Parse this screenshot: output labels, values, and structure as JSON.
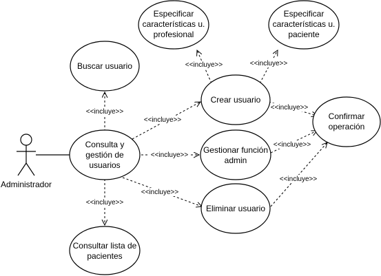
{
  "actor": {
    "name": "Administrador"
  },
  "use_cases": {
    "buscar": [
      "Buscar usuario"
    ],
    "esp_prof": [
      "Especificar",
      "características u.",
      "profesional"
    ],
    "esp_pac": [
      "Especificar",
      "características u.",
      "paciente"
    ],
    "crear": [
      "Crear usuario"
    ],
    "consulta": [
      "Consulta y",
      "gestión de",
      "usuarios"
    ],
    "gestionar": [
      "Gestionar función",
      "admin"
    ],
    "confirmar": [
      "Confirmar",
      "operación"
    ],
    "eliminar": [
      "Eliminar usuario"
    ],
    "consultar_lista": [
      "Consultar lista de",
      "pacientes"
    ]
  },
  "relations": {
    "stereotype": "<<incluye>>"
  }
}
